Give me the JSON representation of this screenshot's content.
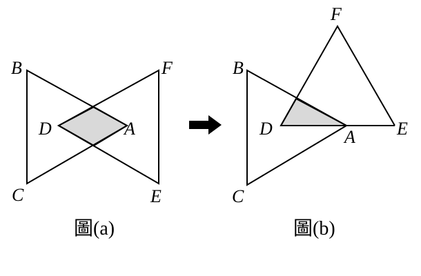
{
  "figure_a": {
    "caption": "圖(a)",
    "labels": {
      "B": "B",
      "F": "F",
      "D": "D",
      "A": "A",
      "C": "C",
      "E": "E"
    }
  },
  "figure_b": {
    "caption": "圖(b)",
    "labels": {
      "B": "B",
      "F": "F",
      "D": "D",
      "A": "A",
      "C": "C",
      "E": "E"
    }
  },
  "arrow": {
    "icon": "right-arrow-icon"
  },
  "colors": {
    "stroke": "#000000",
    "shade": "#d9d9d9",
    "background": "#ffffff"
  }
}
